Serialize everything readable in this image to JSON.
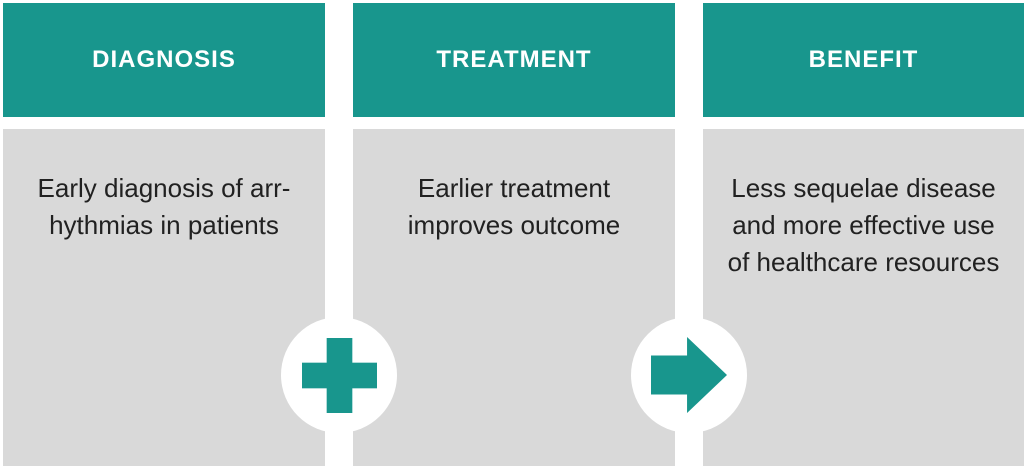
{
  "infographic": {
    "colors": {
      "accent_teal": "#18968D",
      "panel_gray": "#D9D9D9",
      "background_white": "#FFFFFF",
      "header_text": "#FFFFFF",
      "body_text": "#212121"
    },
    "columns": [
      {
        "title": "DIAGNOSIS",
        "lines": [
          "Early diagnosis of arr-",
          "hythmias in patients"
        ]
      },
      {
        "title": "TREATMENT",
        "lines": [
          "Earlier treatment",
          "improves outcome"
        ]
      },
      {
        "title": "BENEFIT",
        "lines": [
          "Less sequelae disease",
          "and more effective use",
          "of healthcare resources"
        ]
      }
    ],
    "connectors": [
      {
        "icon": "plus-icon",
        "between": "DIAGNOSIS and TREATMENT"
      },
      {
        "icon": "arrow-right-icon",
        "between": "TREATMENT and BENEFIT"
      }
    ]
  }
}
